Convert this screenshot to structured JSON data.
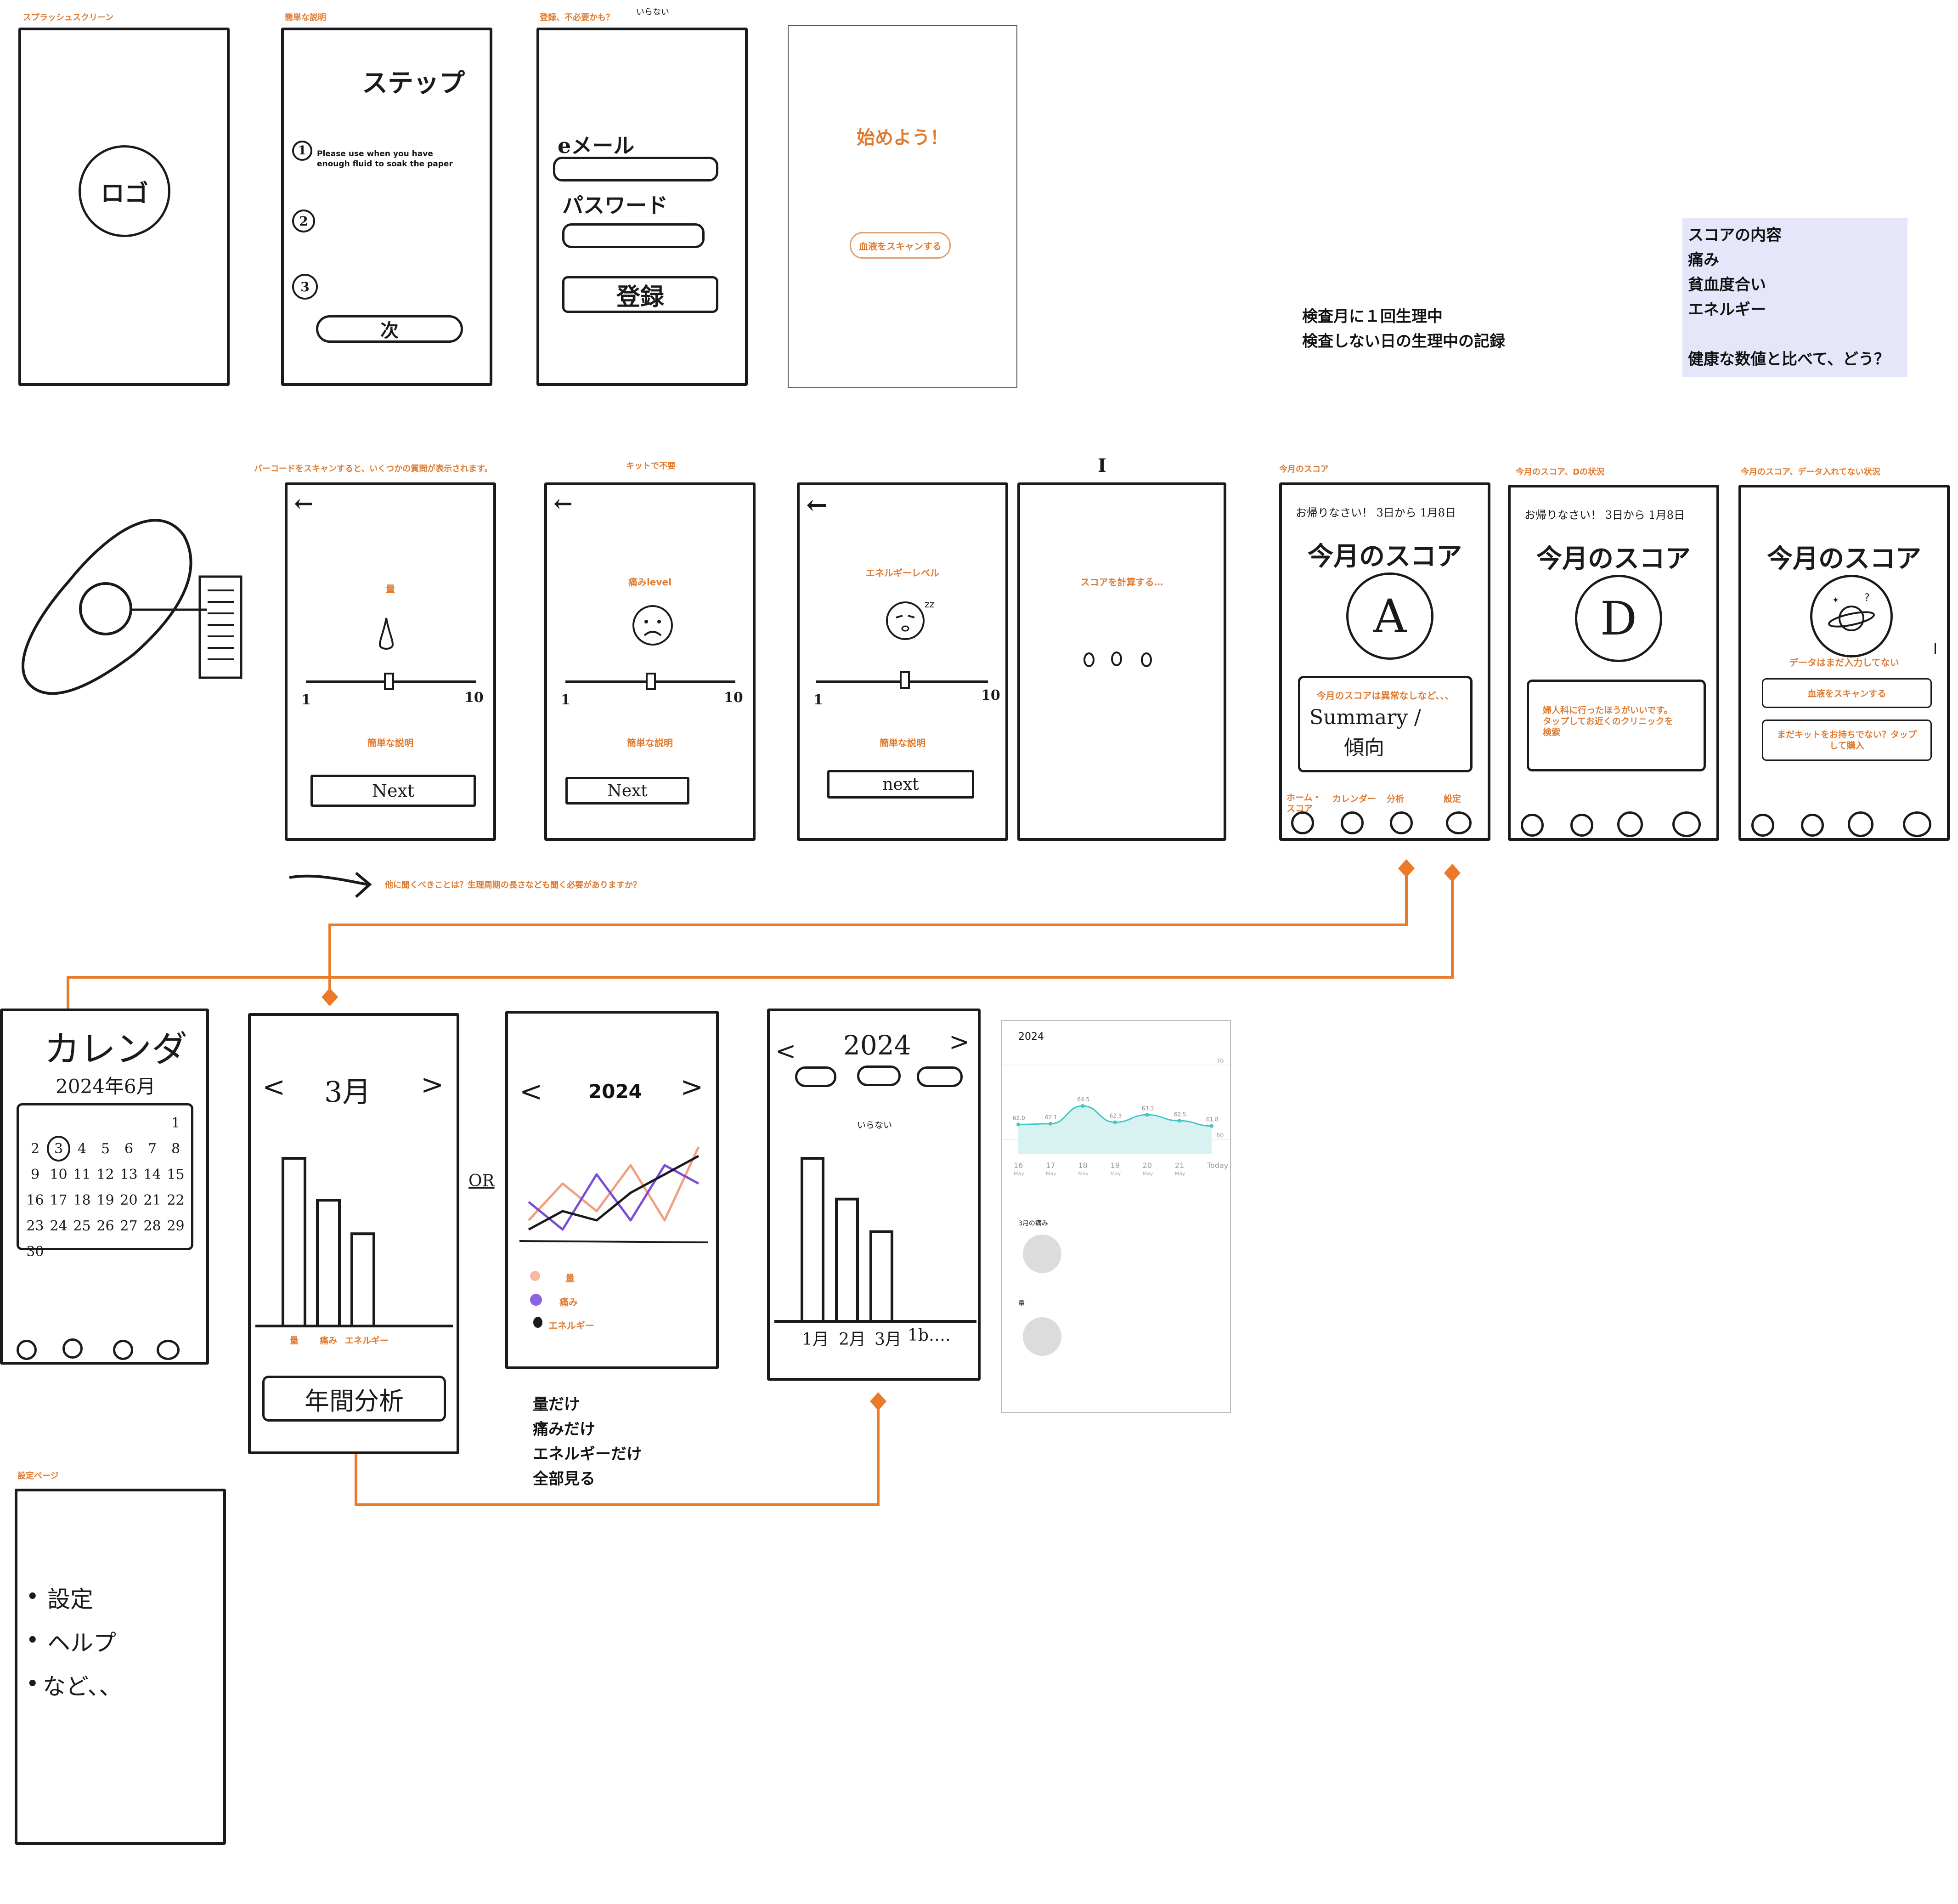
{
  "row1": {
    "splash": {
      "caption": "スプラッシュスクリーン",
      "logo": "ロゴ"
    },
    "intro": {
      "caption": "簡単な説明",
      "title": "ステップ",
      "step_nums": [
        "1",
        "2",
        "3"
      ],
      "step1_text": "Please use when you have enough fluid to soak the paper",
      "next": "次"
    },
    "register": {
      "caption": "登録、不必要かも？",
      "note": "いらない",
      "email": "eメール",
      "password": "パスワード",
      "submit": "登録"
    },
    "start": {
      "title": "始めよう！",
      "scan_button": "血液をスキャンする"
    },
    "notes": {
      "line1": "検査月に１回生理中",
      "line2": "検査しない日の生理中の記録"
    },
    "score_box": {
      "title": "スコアの内容",
      "items": [
        "痛み",
        "貧血度合い",
        "エネルギー"
      ],
      "question": "健康な数値と比べて、どう？"
    }
  },
  "row2": {
    "q_caption": "バーコードをスキャンすると、いくつかの質問が表示されます。",
    "kit_caption": "キットで不要",
    "q1": {
      "label": "量",
      "min": "1",
      "max": "10",
      "desc": "簡単な説明",
      "next": "Next"
    },
    "q2": {
      "label": "痛みlevel",
      "min": "1",
      "max": "10",
      "desc": "簡単な説明",
      "next": "Next"
    },
    "q3": {
      "label": "エネルギーレベル",
      "min": "1",
      "max": "10",
      "desc": "簡単な説明",
      "next": "next"
    },
    "calc": {
      "label": "スコアを計算する…",
      "tick": "I"
    },
    "arrow_note": "他に聞くべきことは？生理周期の長さなども聞く必要がありますか？",
    "home_a": {
      "caption": "今月のスコア",
      "header": "お帰りなさい！ 3日から 1月8日",
      "title": "今月のスコア",
      "grade": "A",
      "box_org": "今月のスコアは異常なしなど、、、",
      "box_hand1": "Summary /",
      "box_hand2": "傾向",
      "nav": [
        "ホーム・スコア",
        "カレンダー",
        "分析",
        "設定"
      ]
    },
    "home_d": {
      "caption": "今月のスコア、Dの状況",
      "header": "お帰りなさい！ 3日から 1月8日",
      "title": "今月のスコア",
      "grade": "D",
      "box_org": "婦人科に行ったほうがいいです。タップしてお近くのクリニックを検索"
    },
    "home_none": {
      "caption": "今月のスコア、データ入れてない状況",
      "title": "今月のスコア",
      "no_data": "データはまだ入力してない",
      "scan_button": "血液をスキャンする",
      "kit_button": "まだキットをお持ちでない？タップして購入"
    }
  },
  "row3": {
    "calendar": {
      "title": "カレンダ",
      "month": "2024年6月",
      "days": [
        "1",
        "2",
        "3",
        "4",
        "5",
        "6",
        "7",
        "8",
        "9",
        "10",
        "11",
        "12",
        "13",
        "14",
        "15",
        "16",
        "17",
        "18",
        "19",
        "20",
        "21",
        "22",
        "23",
        "24",
        "25",
        "26",
        "27",
        "28",
        "29",
        "30"
      ]
    },
    "monthly": {
      "month": "3月",
      "prev": "<",
      "next": ">",
      "cats": [
        "量",
        "痛み",
        "エネルギー"
      ],
      "values": [
        100,
        75,
        55
      ],
      "annual_button": "年間分析"
    },
    "or": "OR",
    "linechart": {
      "year": "2024",
      "legend": [
        "量",
        "痛み",
        "エネルギー"
      ],
      "legend_colors": [
        "#f0a080",
        "#7a4fd6",
        "#1a1a1a"
      ],
      "series": [
        [
          2,
          6,
          3,
          8,
          2,
          10
        ],
        [
          4,
          1,
          7,
          2,
          8,
          6
        ],
        [
          1,
          3,
          2,
          5,
          7,
          9
        ]
      ]
    },
    "chart_options": [
      "量だけ",
      "痛みだけ",
      "エネルギーだけ",
      "全部見る"
    ],
    "yearly": {
      "year": "2024",
      "note": "いらない",
      "months": [
        "1月",
        "2月",
        "3月",
        "1b…."
      ],
      "values": [
        100,
        75,
        55
      ]
    },
    "mockup": {
      "year": "2024",
      "chart_data": {
        "type": "area",
        "title": "2024",
        "x": [
          "16",
          "17",
          "18",
          "19",
          "20",
          "21",
          "Today"
        ],
        "x_sub": [
          "May",
          "May",
          "May",
          "May",
          "May",
          "May",
          ""
        ],
        "values": [
          62.0,
          62.1,
          64.5,
          62.3,
          63.3,
          62.5,
          61.8
        ],
        "yticks": [
          "70",
          "60"
        ],
        "ylim": [
          58,
          71
        ]
      },
      "pain_label": "3月の痛み",
      "amount_label": "量"
    }
  },
  "settings": {
    "caption": "設定ページ",
    "items": [
      "設定",
      "ヘルプ",
      "など、、"
    ]
  }
}
